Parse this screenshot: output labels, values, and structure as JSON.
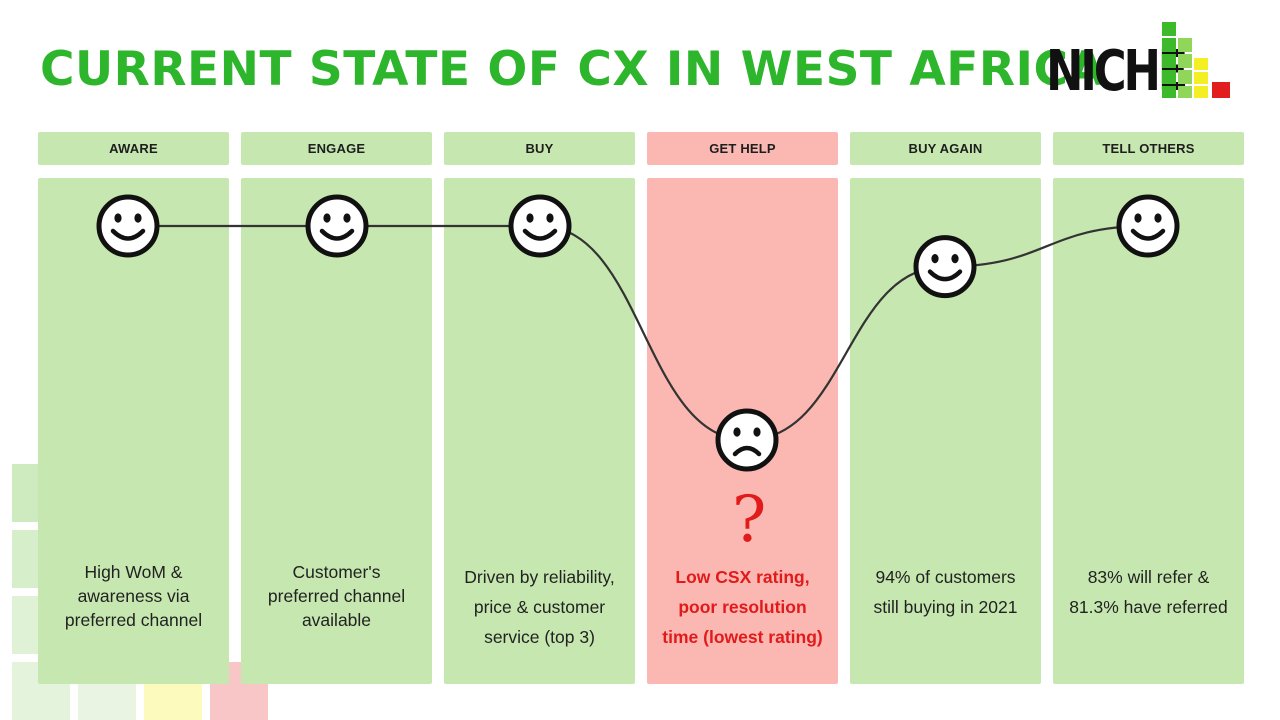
{
  "header": {
    "title": "CURRENT STATE OF CX IN WEST AFRICA",
    "logo_text": "NICHE"
  },
  "stages": [
    {
      "label": "AWARE",
      "sentiment": "happy",
      "level": 1.0,
      "highlight": false,
      "description": [
        "High WoM &",
        "awareness via",
        "preferred channel"
      ]
    },
    {
      "label": "ENGAGE",
      "sentiment": "happy",
      "level": 1.0,
      "highlight": false,
      "description": [
        "Customer's",
        "preferred channel",
        "available"
      ]
    },
    {
      "label": "BUY",
      "sentiment": "happy",
      "level": 1.0,
      "highlight": false,
      "description": [
        "Driven by reliability,",
        "price & customer",
        "service (top 3)"
      ]
    },
    {
      "label": "GET HELP",
      "sentiment": "sad",
      "level": 0.0,
      "highlight": true,
      "description": [
        "Low CSX rating,",
        "poor resolution",
        "time (lowest rating)"
      ]
    },
    {
      "label": "BUY AGAIN",
      "sentiment": "happy",
      "level": 0.81,
      "highlight": false,
      "description": [
        "94% of customers",
        "still buying in 2021"
      ]
    },
    {
      "label": "TELL OTHERS",
      "sentiment": "happy",
      "level": 1.0,
      "highlight": false,
      "description": [
        "83% will refer &",
        "81.3% have referred"
      ]
    }
  ],
  "problem_marker": "?",
  "colors": {
    "title": "#2db52c",
    "stage_bg": "#c6e8b0",
    "highlight_bg": "#fbb8b2",
    "alert": "#e11b1b",
    "logo_green": "#8fd65a",
    "logo_dark_green": "#3cba2a",
    "logo_yellow": "#f4ef24",
    "logo_red": "#e21d1d"
  },
  "icons": {
    "happy": "smiley-face-icon",
    "sad": "sad-face-icon",
    "problem": "question-mark-icon"
  }
}
